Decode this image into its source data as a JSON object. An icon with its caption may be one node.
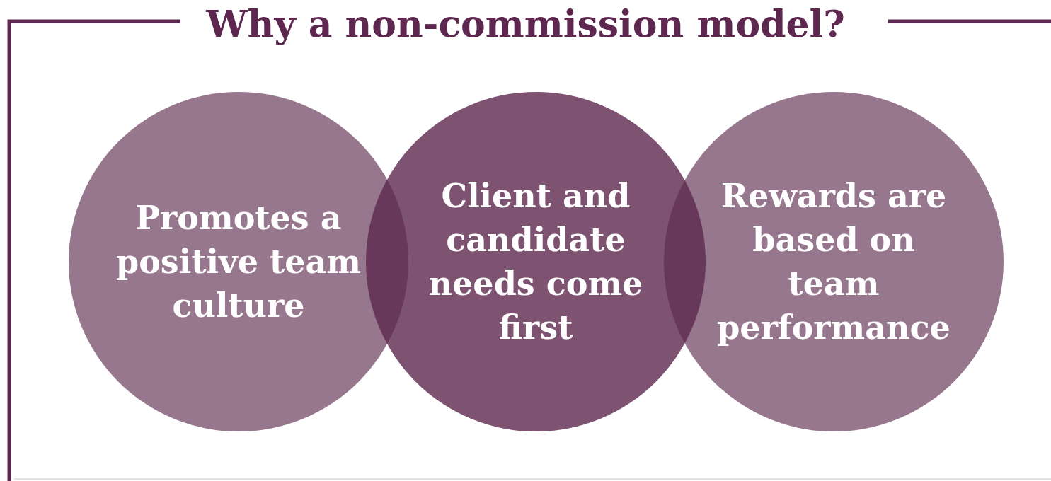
{
  "diagram": {
    "title": "Why a non-commission model?",
    "nodes": [
      {
        "text": [
          "Promotes a positive team culture"
        ]
      },
      {
        "text": [
          "Client and candidate needs come first"
        ]
      },
      {
        "text": [
          "Rewards are based on team performance"
        ]
      }
    ]
  }
}
